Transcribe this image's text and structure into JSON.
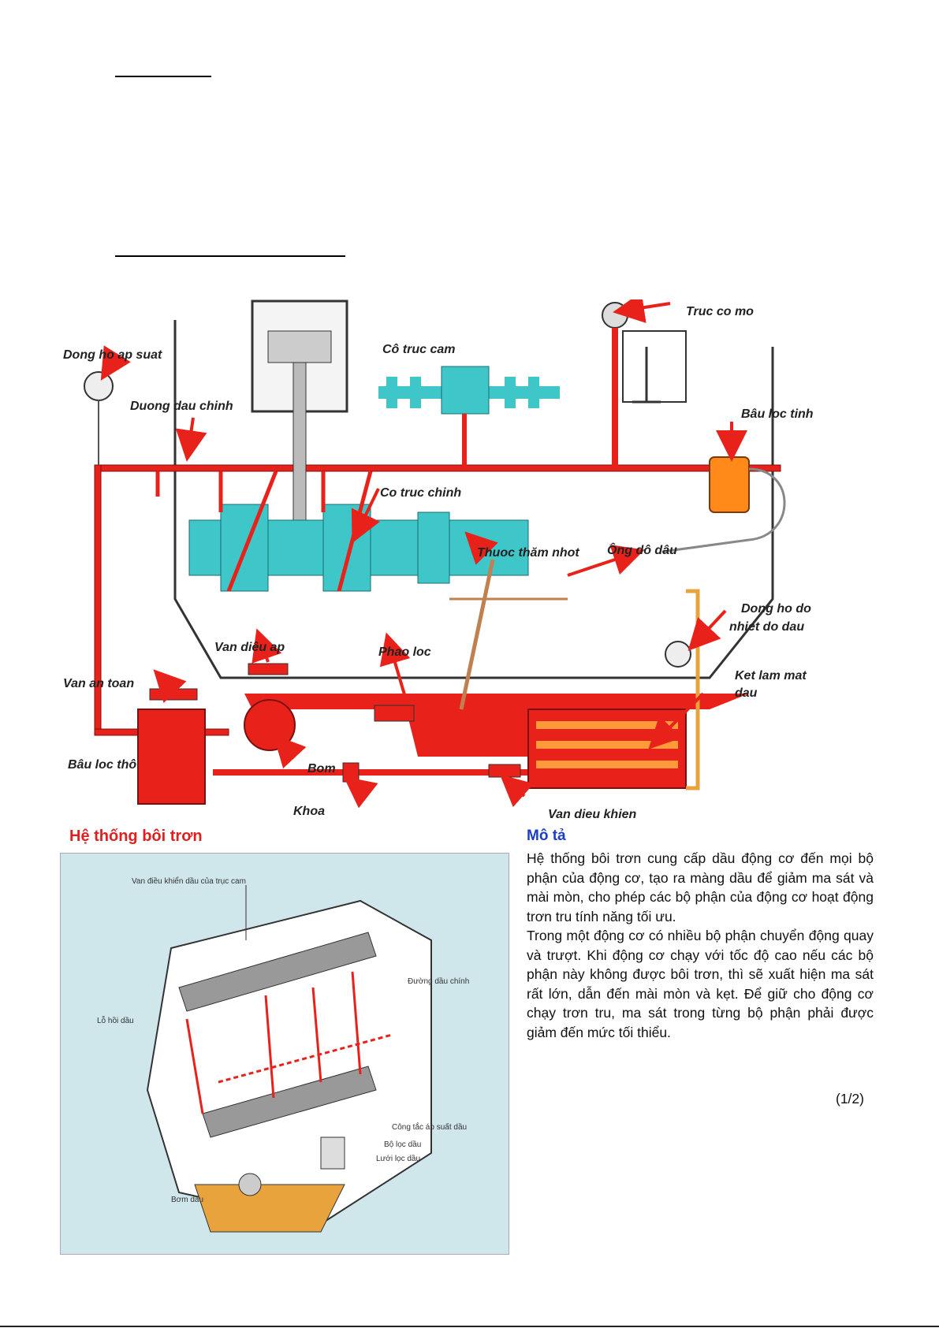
{
  "diagram": {
    "labels": {
      "truc_co_mo": "Truc co mo",
      "dong_ho_ap_suat": "Dong ho ap suat",
      "co_truc_cam": "Cô truc cam",
      "duong_dau_chinh": "Duong dau chinh",
      "bau_loc_tinh": "Bâu loc tinh",
      "co_truc_chinh": "Co truc chinh",
      "thuoc_tham_nhot": "Thuoc thăm nhot",
      "ong_do_dau": "Ông dô dâu",
      "dong_ho_do_nhiet_1": "Dong ho do",
      "dong_ho_do_nhiet_2": "nhiet do dau",
      "van_dieu_ap": "Van diêu ap",
      "phao_loc": "Phao loc",
      "van_an_toan": "Van an toan",
      "ket_lam_mat_1": "Ket lam mat",
      "ket_lam_mat_2": "dau",
      "bau_loc_tho": "Bâu loc thô",
      "bom": "Bom",
      "khoa": "Khoa",
      "van_dieu_khien": "Van dieu khien"
    }
  },
  "engine": {
    "title": "Hệ thống bôi trơn",
    "labels": {
      "camshaft_valve": "Van điều khiển dầu của trục cam",
      "main_gallery": "Đường dầu chính",
      "oil_hole": "Lỗ hồi dầu",
      "pressure_switch": "Công tắc áp suất dầu",
      "oil_filter": "Bộ lọc dầu",
      "strainer": "Lưới lọc dầu",
      "oil_pump": "Bơm dầu"
    }
  },
  "description": {
    "title": "Mô tả",
    "p1": "Hệ thống bôi trơn cung cấp dầu động cơ đến mọi bộ phận của động cơ, tạo ra màng dầu để giảm ma sát và mài mòn, cho phép các bộ phận của động cơ hoạt động trơn tru tính năng tối ưu.",
    "p2": "Trong một động cơ có nhiều bộ phận chuyển động quay và trượt. Khi động cơ chạy với tốc độ cao nếu các bộ phận này không được bôi trơn, thì sẽ xuất hiện ma sát rất lớn, dẫn đến mài mòn và kẹt. Để giữ cho động cơ chạy trơn tru, ma sát trong từng bộ phận phải được giảm đến mức tối thiểu.",
    "page": "(1/2)"
  },
  "colors": {
    "oil_red": "#e8221a",
    "part_cyan": "#3ec6c9",
    "oil_gold": "#e8a33c",
    "title_red": "#e02020",
    "title_blue": "#1a3fc0"
  }
}
